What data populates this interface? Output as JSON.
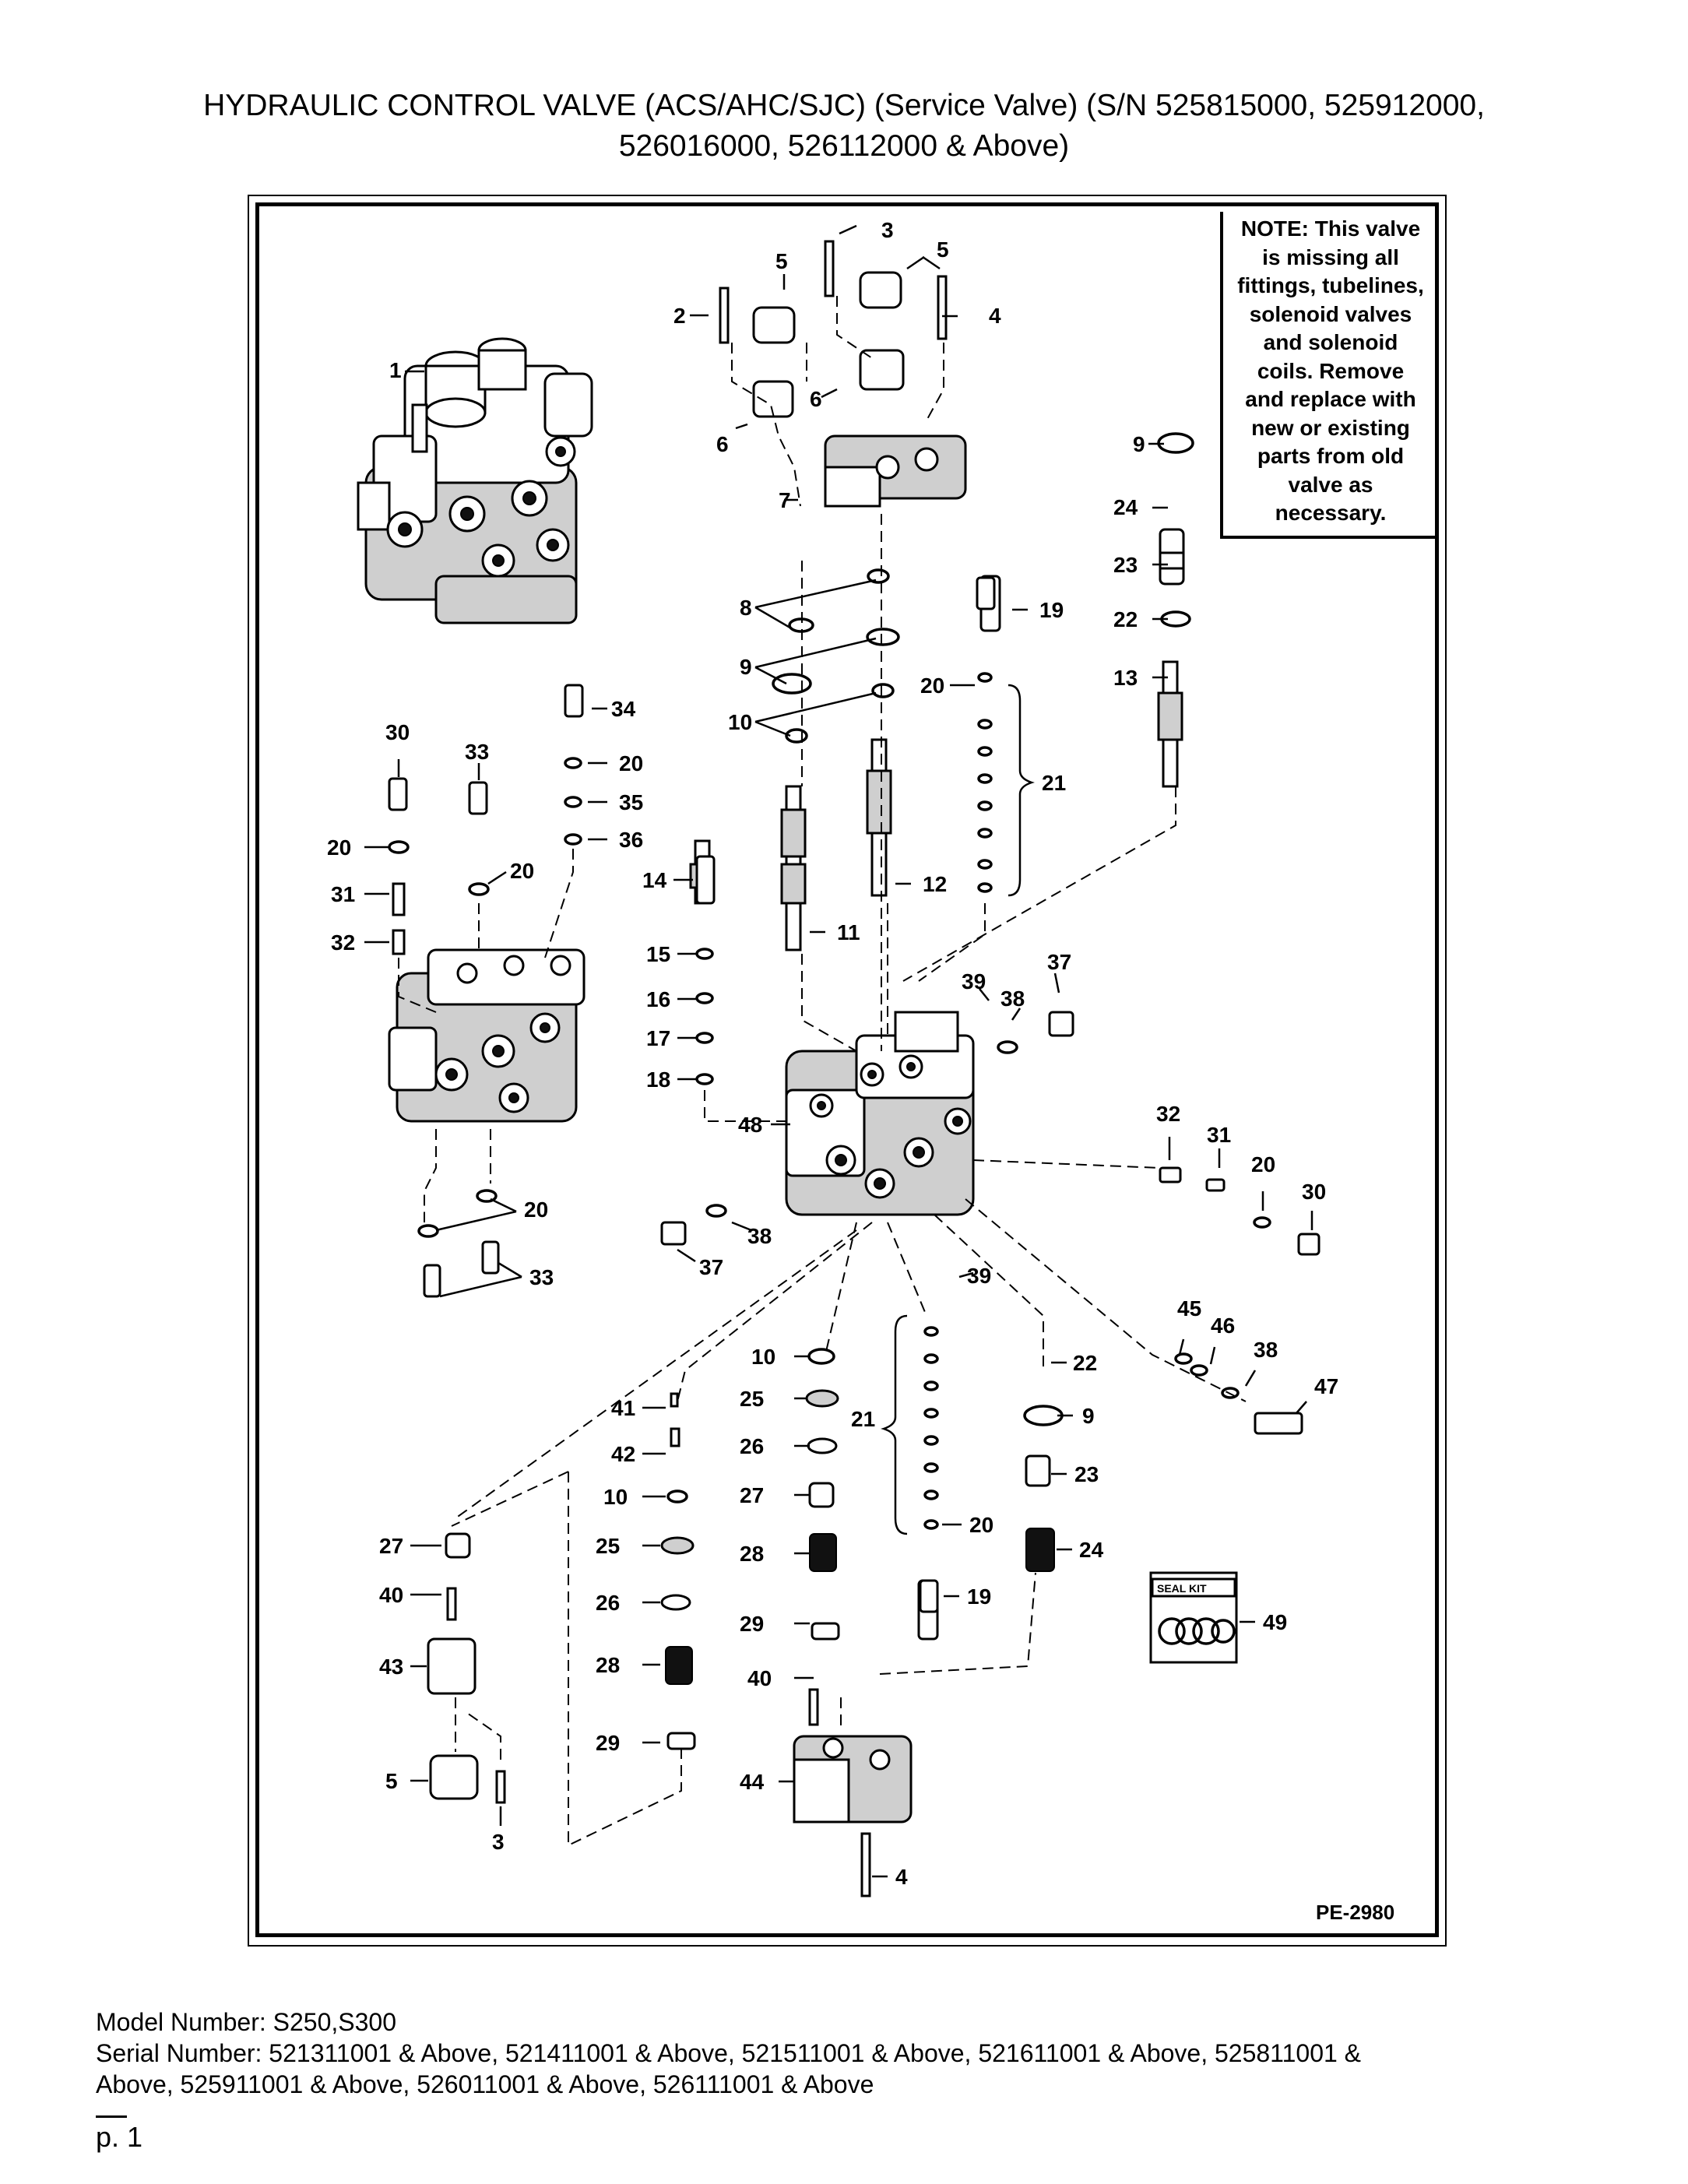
{
  "document": {
    "title_line1": "HYDRAULIC CONTROL VALVE (ACS/AHC/SJC) (Service Valve) (S/N 525815000, 525912000,",
    "title_line2": "526016000, 526112000 & Above)"
  },
  "diagram": {
    "note_heading": "NOTE:",
    "note_lines": [
      "This valve",
      "is missing all",
      "fittings, tubelines,",
      "solenoid valves",
      "and solenoid",
      "coils.  Remove",
      "and replace with",
      "new or existing",
      "parts from old",
      "valve as",
      "necessary."
    ],
    "drawing_ref": "PE-2980",
    "seal_kit_label": "SEAL KIT",
    "callouts": {
      "c1": "1",
      "c2": "2",
      "c3a": "3",
      "c3b": "3",
      "c4a": "4",
      "c4b": "4",
      "c5a": "5",
      "c5b": "5",
      "c5c": "5",
      "c6a": "6",
      "c6b": "6",
      "c7": "7",
      "c8": "8",
      "c9a": "9",
      "c9b": "9",
      "c9c": "9",
      "c10a": "10",
      "c10b": "10",
      "c10c": "10",
      "c11": "11",
      "c12": "12",
      "c13": "13",
      "c14": "14",
      "c15": "15",
      "c16": "16",
      "c17": "17",
      "c18": "18",
      "c19a": "19",
      "c19b": "19",
      "c20a": "20",
      "c20b": "20",
      "c20c": "20",
      "c20d": "20",
      "c20e": "20",
      "c20f": "20",
      "c20g": "20",
      "c21a": "21",
      "c21b": "21",
      "c22a": "22",
      "c22b": "22",
      "c23a": "23",
      "c23b": "23",
      "c24a": "24",
      "c24b": "24",
      "c25a": "25",
      "c25b": "25",
      "c26a": "26",
      "c26b": "26",
      "c27a": "27",
      "c27b": "27",
      "c28a": "28",
      "c28b": "28",
      "c29a": "29",
      "c29b": "29",
      "c30a": "30",
      "c30b": "30",
      "c31a": "31",
      "c31b": "31",
      "c32a": "32",
      "c32b": "32",
      "c33a": "33",
      "c33b": "33",
      "c34": "34",
      "c35": "35",
      "c36": "36",
      "c37a": "37",
      "c37b": "37",
      "c38a": "38",
      "c38b": "38",
      "c38c": "38",
      "c39a": "39",
      "c39b": "39",
      "c40a": "40",
      "c40b": "40",
      "c41": "41",
      "c42": "42",
      "c43": "43",
      "c44": "44",
      "c45": "45",
      "c46": "46",
      "c47": "47",
      "c48": "48",
      "c49": "49"
    }
  },
  "footer": {
    "model": "Model Number: S250,S300",
    "serial_line1": "Serial Number: 521311001 & Above, 521411001 & Above, 521511001 & Above, 521611001 & Above, 525811001 &",
    "serial_line2": "Above, 525911001 & Above, 526011001 & Above, 526111001 & Above",
    "page": "p. 1"
  }
}
